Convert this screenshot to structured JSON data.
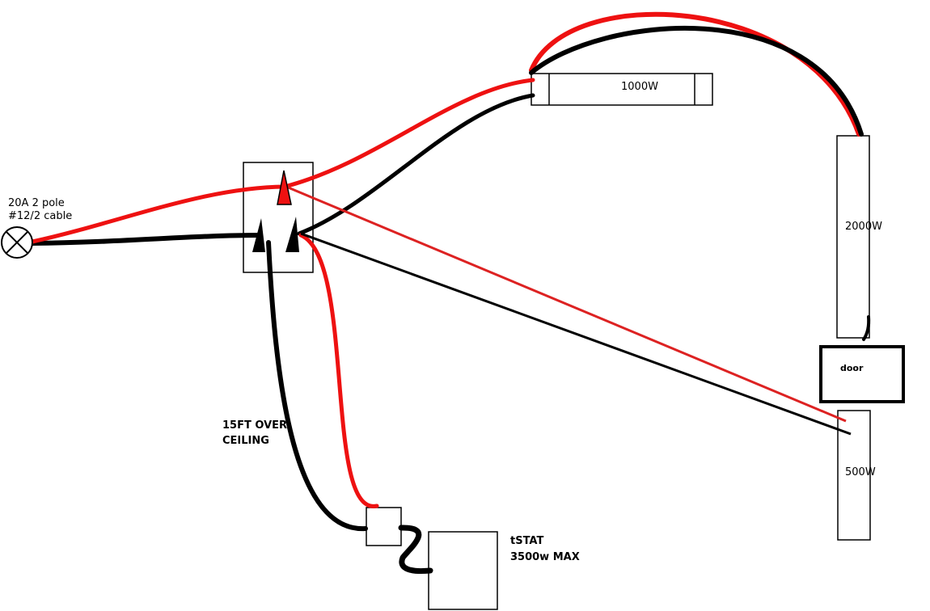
{
  "source": {
    "line1": "20A 2 pole",
    "line2": "#12/2 cable"
  },
  "heaters": {
    "h1000": "1000W",
    "h2000": "2000W",
    "h500": "500W"
  },
  "door": "door",
  "ceiling_note": {
    "line1": "15FT OVER",
    "line2": "CEILING"
  },
  "tstat": {
    "line1": "tSTAT",
    "line2": "3500w MAX"
  },
  "colors": {
    "hot": "#ee1111",
    "neutral": "#000000",
    "wire_thin_red": "#dd2222"
  }
}
